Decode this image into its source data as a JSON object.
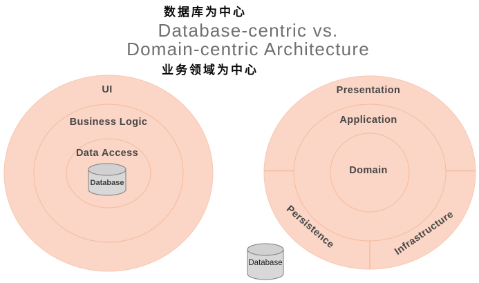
{
  "colors": {
    "circle_fill": "#fbd5c5",
    "ring_stroke": "#f4bc9d",
    "outer_edge": "#f7c8b4",
    "cylinder_fill": "#d8d8d8",
    "cylinder_top_fill": "#d1d1d1",
    "cylinder_stroke": "#7f7f7f",
    "ring_label": "#474747",
    "title_text": "#6f6f6f",
    "zh_text": "#0a0a0a"
  },
  "header": {
    "db_centric_zh": "数据库为中心",
    "title_line1": "Database-centric vs.",
    "title_line2": "Domain-centric Architecture",
    "domain_centric_zh": "业务领域为中心"
  },
  "left_diagram": {
    "name": "database-centric architecture",
    "layers": {
      "outer": "UI",
      "middle": "Business Logic",
      "inner": "Data Access"
    },
    "database_label": "Database"
  },
  "right_diagram": {
    "name": "domain-centric architecture",
    "layers": {
      "outer": "Presentation",
      "middle": "Application",
      "inner": "Domain"
    },
    "outer_sectors": {
      "bottom_left": "Persistence",
      "bottom_right": "Infrastructure"
    },
    "database_label": "Database"
  }
}
